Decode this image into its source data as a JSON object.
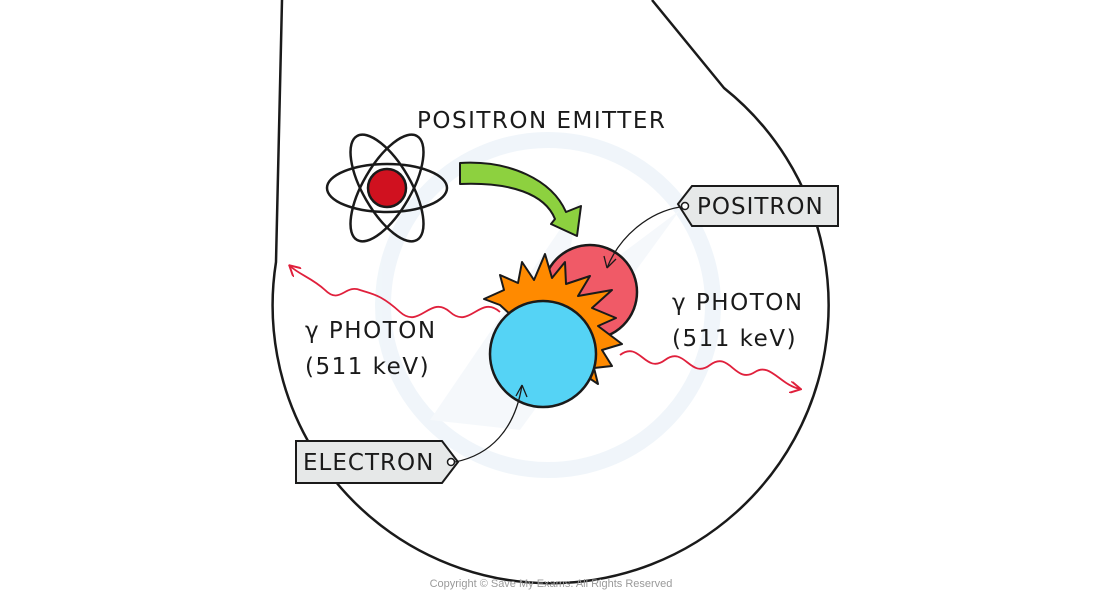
{
  "labels": {
    "emitter": "POSITRON EMITTER",
    "positron": "POSITRON",
    "electron": "ELECTRON",
    "photon_left": "γ PHOTON",
    "energy_left": "(511 keV)",
    "photon_right": "γ PHOTON",
    "energy_right": "(511 keV)"
  },
  "footer": {
    "copyright": "Copyright © Save My Exams. All Rights Reserved"
  },
  "colors": {
    "outline": "#1a1a1a",
    "nucleus": "#d0111f",
    "arrow": "#8dd13f",
    "positron": "#f05a67",
    "electron": "#55d3f5",
    "burst": "#ff8a00",
    "photon": "#e0203c",
    "tag_fill": "#e6e8e8",
    "watermark": "#e4eef6"
  },
  "icons": {
    "atom": "atom-icon",
    "tags": "label-tag-icon"
  }
}
